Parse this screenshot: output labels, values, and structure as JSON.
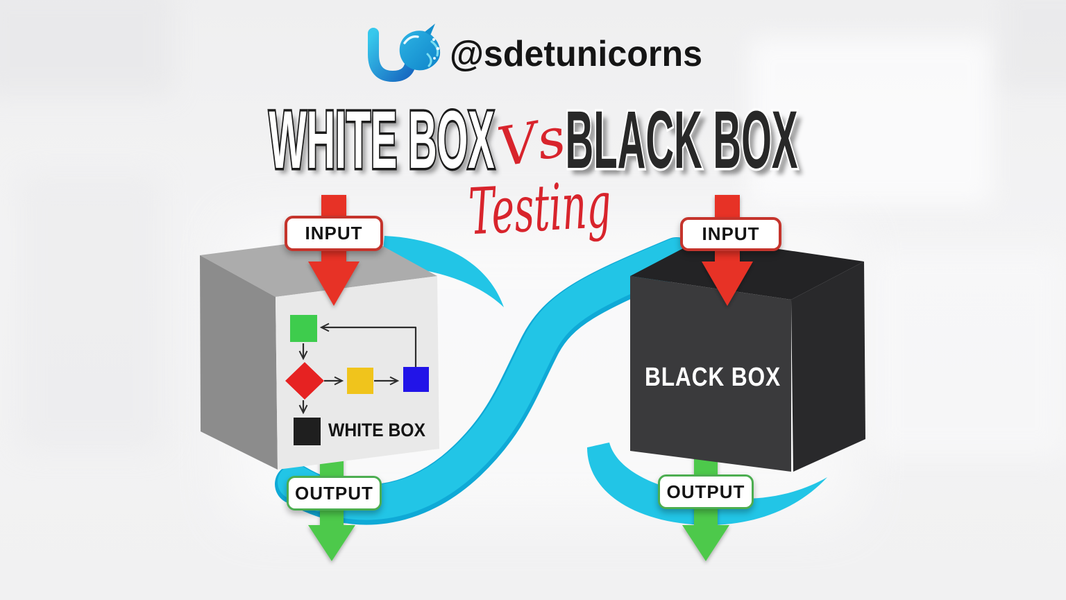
{
  "header": {
    "handle": "@sdetunicorns"
  },
  "title": {
    "white": "WHITE BOX",
    "vs": "Vs",
    "black": "BLACK BOX",
    "script": "Testing"
  },
  "white_box_panel": {
    "input_label": "INPUT",
    "output_label": "OUTPUT",
    "box_caption": "WHITE BOX",
    "flowchart_nodes": [
      {
        "name": "start-node",
        "shape": "square",
        "color": "#3ecc4d"
      },
      {
        "name": "decision-node",
        "shape": "diamond",
        "color": "#e62222"
      },
      {
        "name": "process-node-1",
        "shape": "square",
        "color": "#f0c41c"
      },
      {
        "name": "process-node-2",
        "shape": "square",
        "color": "#2214e8"
      },
      {
        "name": "end-node",
        "shape": "square",
        "color": "#1f1f1f"
      }
    ],
    "flowchart_edges": [
      "start→decision",
      "decision→process-1",
      "process-1→process-2",
      "process-2→start-feedback",
      "decision→end"
    ]
  },
  "black_box_panel": {
    "input_label": "INPUT",
    "output_label": "OUTPUT",
    "box_caption": "BLACK BOX"
  },
  "colors": {
    "cyan_flow": "#22c5e6",
    "cyan_flow_dark": "#0fa9d6",
    "input_arrow_red": "#e73128",
    "output_arrow_green": "#4ec94b",
    "input_border_red": "#c5342c",
    "output_border_green": "#4cae50",
    "title_script_red": "#d8242c",
    "handle_text": "#151515",
    "white_cube_front": "#e9e9e9",
    "white_cube_top": "#acacac",
    "white_cube_side": "#8c8c8c",
    "black_cube_front": "#3a3a3c",
    "black_cube_top": "#232325",
    "black_cube_side": "#29292b",
    "flow_arrow_stroke": "#2c2c2c"
  }
}
